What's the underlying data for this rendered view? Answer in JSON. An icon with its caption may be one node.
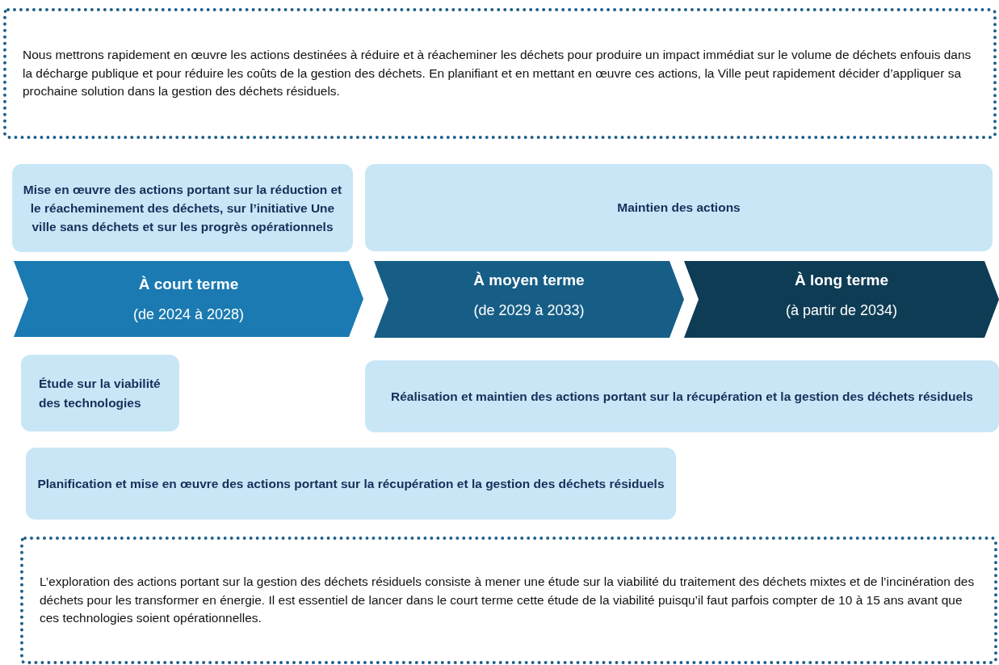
{
  "diagram": {
    "nodes": [
      {
        "text": [
          "Nous mettrons rapidement en œuvre les actions destinées à réduire et à réacheminer les déchets pour produire un impact immédiat sur le volume de déchets enfouis dans la décharge publique et pour réduire les coûts de la gestion des déchets. En planifiant et en mettant en œuvre ces actions, la Ville peut rapidement décider d’appliquer sa prochaine solution dans la gestion des déchets résiduels."
        ]
      },
      {
        "text": [
          "Mise en œuvre des actions portant sur la réduction et le réacheminement des déchets, sur l’initiative Une ville sans déchets et sur les progrès opérationnels"
        ]
      },
      {
        "text": [
          "Maintien des actions"
        ]
      },
      {
        "text": [
          "À court terme",
          "(de 2024 à 2028)"
        ]
      },
      {
        "text": [
          "À moyen terme",
          "(de 2029 à 2033)"
        ]
      },
      {
        "text": [
          "À long terme",
          "(à partir de 2034)"
        ]
      },
      {
        "text": [
          "Étude sur la viabilité des technologies"
        ]
      },
      {
        "text": [
          "Réalisation et maintien des actions portant sur la récupération et la gestion des déchets résiduels"
        ]
      },
      {
        "text": [
          "Planification et mise en œuvre des actions portant sur la récupération et la gestion des déchets résiduels"
        ]
      },
      {
        "text": [
          "L’exploration des actions portant sur la gestion des déchets résiduels consiste à mener une étude sur la viabilité du traitement des déchets mixtes et de l’incinération des déchets pour les transformer en énergie. Il est essentiel de lancer dans le court terme cette étude de la viabilité puisqu’il faut parfois compter de 10 à 15 ans avant que ces technologies soient opérationnelles."
        ]
      }
    ]
  }
}
